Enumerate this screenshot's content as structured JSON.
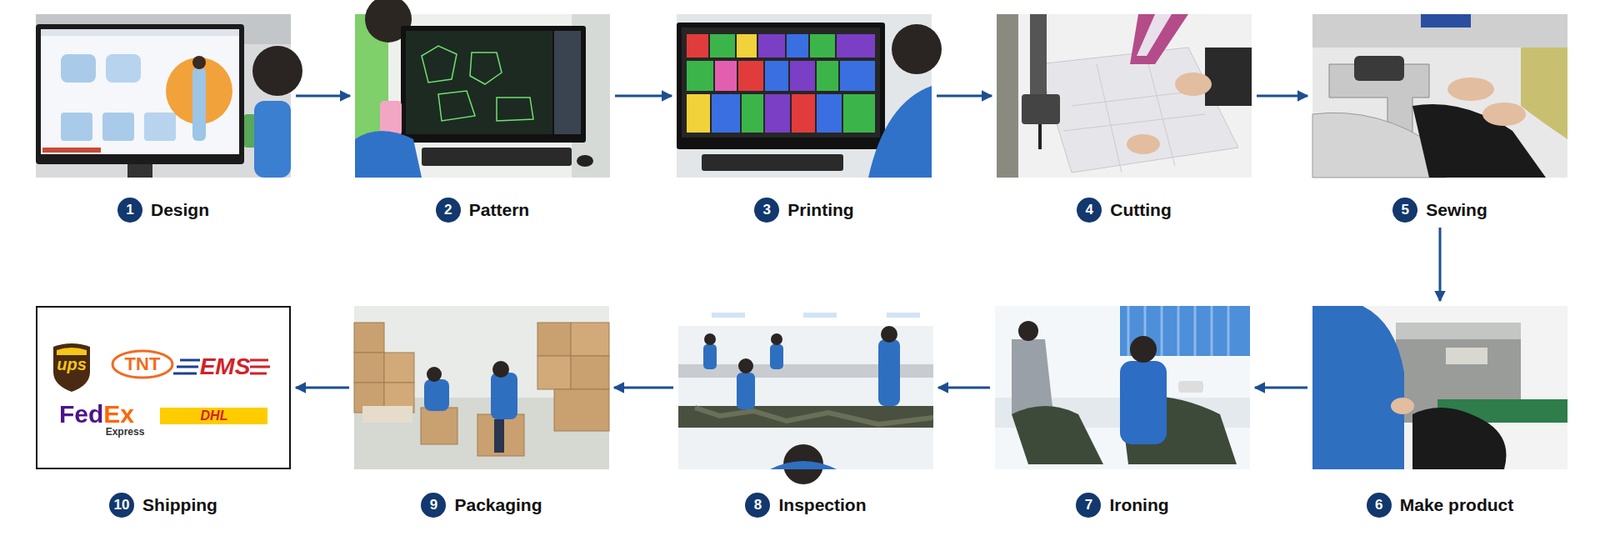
{
  "diagram": {
    "nodes": [
      {
        "text": [
          "1",
          "Design"
        ]
      },
      {
        "text": [
          "2",
          "Pattern"
        ]
      },
      {
        "text": [
          "3",
          "Printing"
        ]
      },
      {
        "text": [
          "4",
          "Cutting"
        ]
      },
      {
        "text": [
          "5",
          "Sewing"
        ]
      },
      {
        "text": [
          "6",
          "Make product"
        ]
      },
      {
        "text": [
          "7",
          "Ironing"
        ]
      },
      {
        "text": [
          "8",
          "Inspection"
        ]
      },
      {
        "text": [
          "9",
          "Packaging"
        ]
      },
      {
        "text": [
          "10",
          "Shipping"
        ]
      }
    ],
    "edges": [
      {
        "from": 0,
        "to": 1,
        "arrow": "to"
      },
      {
        "from": 1,
        "to": 2,
        "arrow": "to"
      },
      {
        "from": 2,
        "to": 3,
        "arrow": "to"
      },
      {
        "from": 3,
        "to": 4,
        "arrow": "to"
      },
      {
        "from": 4,
        "to": 5,
        "arrow": "to"
      },
      {
        "from": 5,
        "to": 6,
        "arrow": "to"
      },
      {
        "from": 6,
        "to": 7,
        "arrow": "to"
      },
      {
        "from": 7,
        "to": 8,
        "arrow": "to"
      },
      {
        "from": 8,
        "to": 9,
        "arrow": "to"
      }
    ],
    "labels": [
      "ups",
      "TNT",
      "EMS",
      "FedEx",
      "Express",
      "DHL"
    ]
  }
}
